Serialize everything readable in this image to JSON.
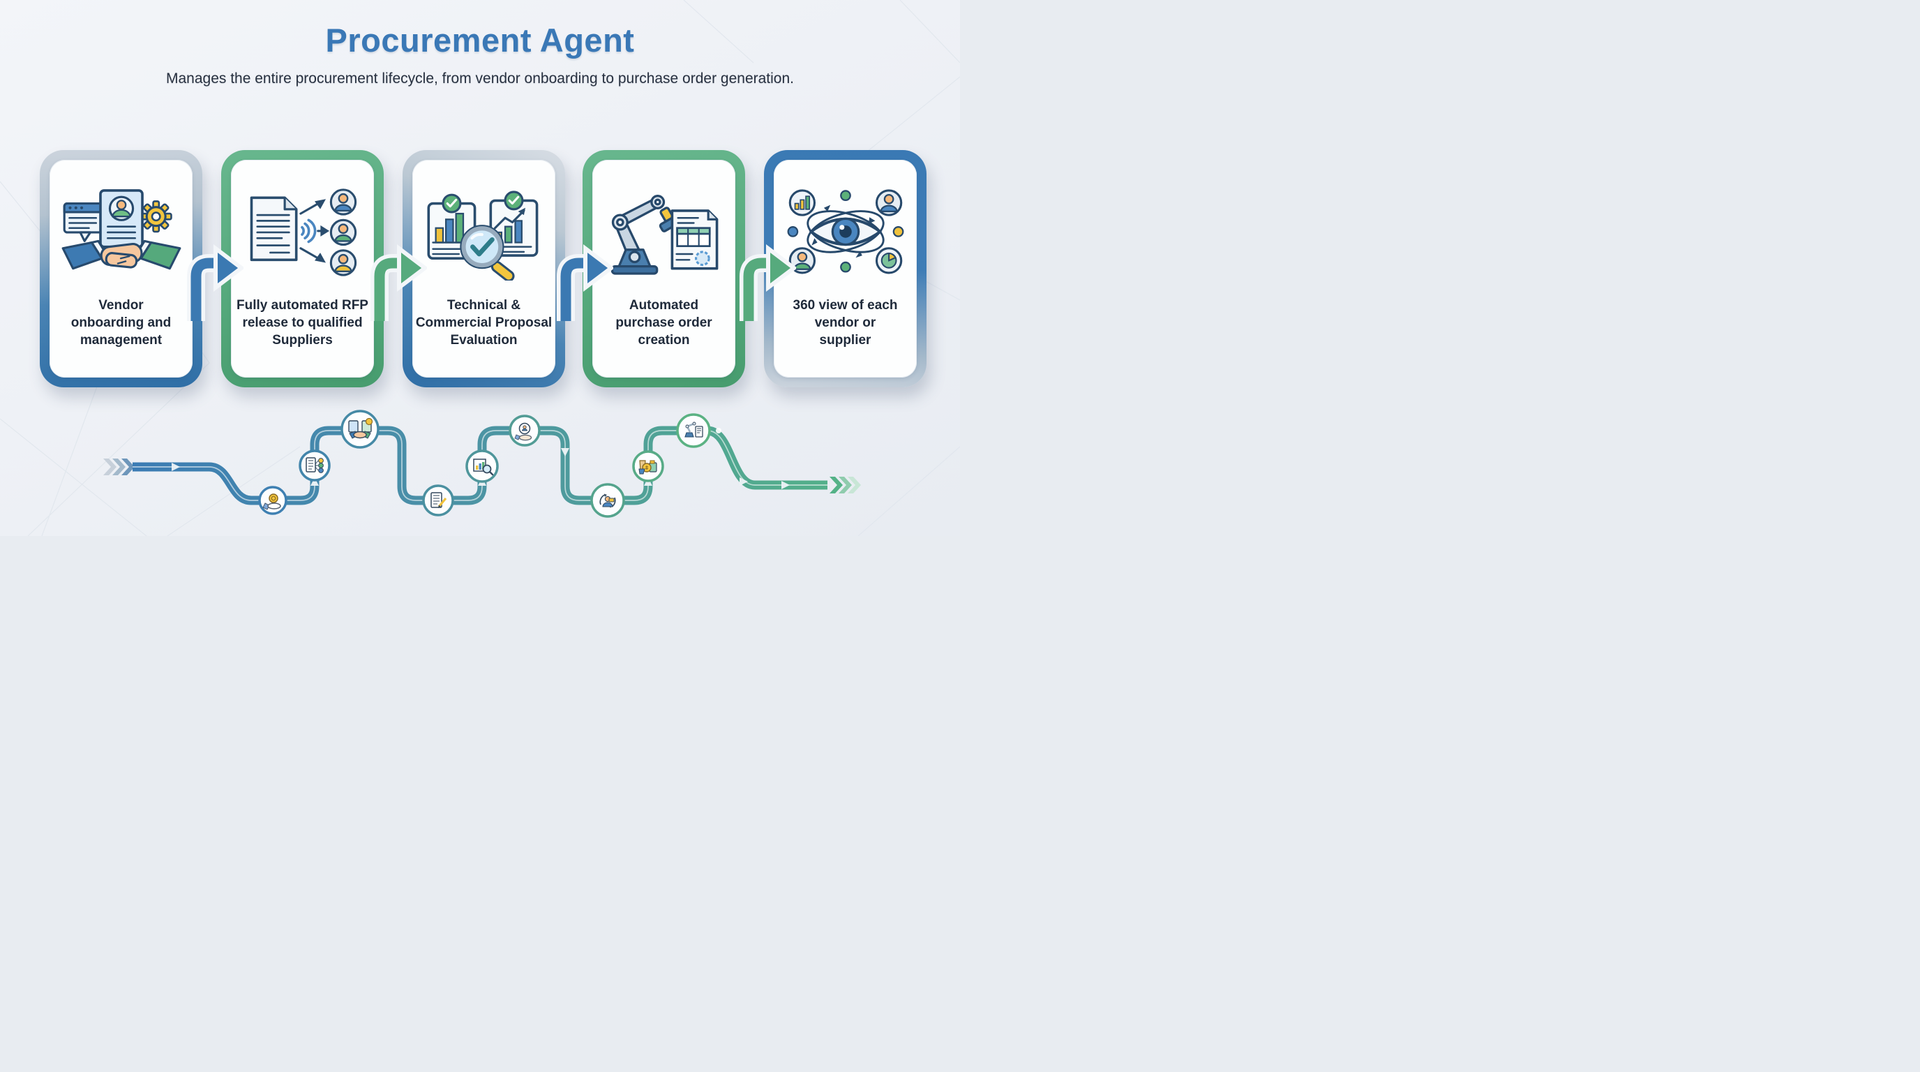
{
  "header": {
    "title": "Procurement Agent",
    "subtitle": "Manages the entire procurement lifecycle, from vendor onboarding to purchase order generation."
  },
  "cards": [
    {
      "label": "Vendor onboarding and management",
      "icon": "handshake-id-card-gear",
      "border_style": "gray-to-blue"
    },
    {
      "label": "Fully automated RFP release to qualified Suppliers",
      "icon": "rfp-broadcast-to-suppliers",
      "border_style": "green"
    },
    {
      "label": "Technical & Commercial Proposal Evaluation",
      "icon": "chart-docs-magnifier-check",
      "border_style": "gray-to-blue"
    },
    {
      "label": "Automated purchase order creation",
      "icon": "robot-arm-stamp-purchase-order",
      "border_style": "green"
    },
    {
      "label": "360 view of each vendor or supplier",
      "icon": "eye-360-orbit-satellites",
      "border_style": "blue"
    }
  ],
  "connector_arrows": [
    {
      "from": 1,
      "to": 2,
      "color": "#3b79b2",
      "shape": "elbow-up-right"
    },
    {
      "from": 2,
      "to": 3,
      "color": "#56aa7d",
      "shape": "elbow-up-right"
    },
    {
      "from": 3,
      "to": 4,
      "color": "#3b79b2",
      "shape": "elbow-up-right"
    },
    {
      "from": 4,
      "to": 5,
      "color": "#56aa7d",
      "shape": "elbow-up-right"
    }
  ],
  "timeline": {
    "start_color": "#3a7ab5",
    "mid_color": "#4b91a6",
    "end_color": "#54b287",
    "direction": "left-to-right",
    "nodes": [
      {
        "icon": "hand-coin"
      },
      {
        "icon": "document-checklist"
      },
      {
        "icon": "handshake-deal"
      },
      {
        "icon": "document-pen"
      },
      {
        "icon": "chart-magnifier"
      },
      {
        "icon": "hand-badge"
      },
      {
        "icon": "person-sync-arrows"
      },
      {
        "icon": "goods-payment-coin"
      },
      {
        "icon": "robot-stamp-document"
      }
    ]
  },
  "colors": {
    "title_blue": "#3a78b6",
    "card_blue": "#3578b0",
    "card_green": "#55a97c",
    "text_dark": "#1f2a3a",
    "background": "#eef1f5"
  }
}
